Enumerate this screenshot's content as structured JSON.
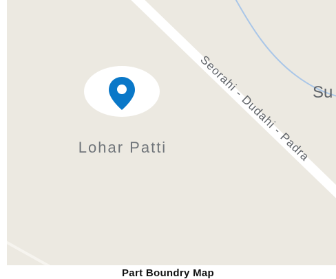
{
  "map": {
    "place_label": "Lohar Patti",
    "road_label": "Seorahi - Dudahi - Padra",
    "edge_label": "Su",
    "marker_icon": "location-pin-icon",
    "marker_color": "#0a78c8",
    "background_color": "#ece9e1",
    "road_color": "#ffffff",
    "water_color": "#a9c6e8"
  },
  "caption": "Part Boundry Map"
}
